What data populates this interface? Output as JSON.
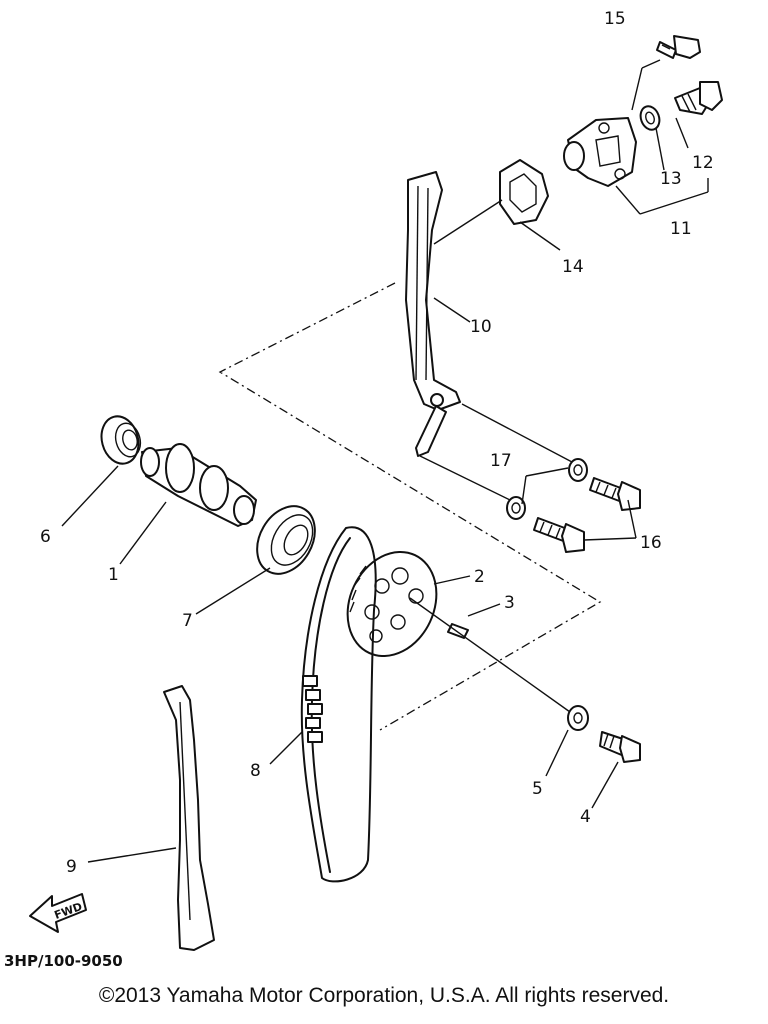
{
  "diagram": {
    "callouts": {
      "p1": "1",
      "p2": "2",
      "p3": "3",
      "p4": "4",
      "p5": "5",
      "p6": "6",
      "p7": "7",
      "p8": "8",
      "p9": "9",
      "p10": "10",
      "p11": "11",
      "p12": "12",
      "p13": "13",
      "p14": "14",
      "p15": "15",
      "p16": "16",
      "p17": "17"
    },
    "diagram_code": "3HP/100-9050",
    "fwd_label": "FWD"
  },
  "footer": {
    "copyright": "©2013 Yamaha Motor Corporation, U.S.A. All rights reserved."
  }
}
